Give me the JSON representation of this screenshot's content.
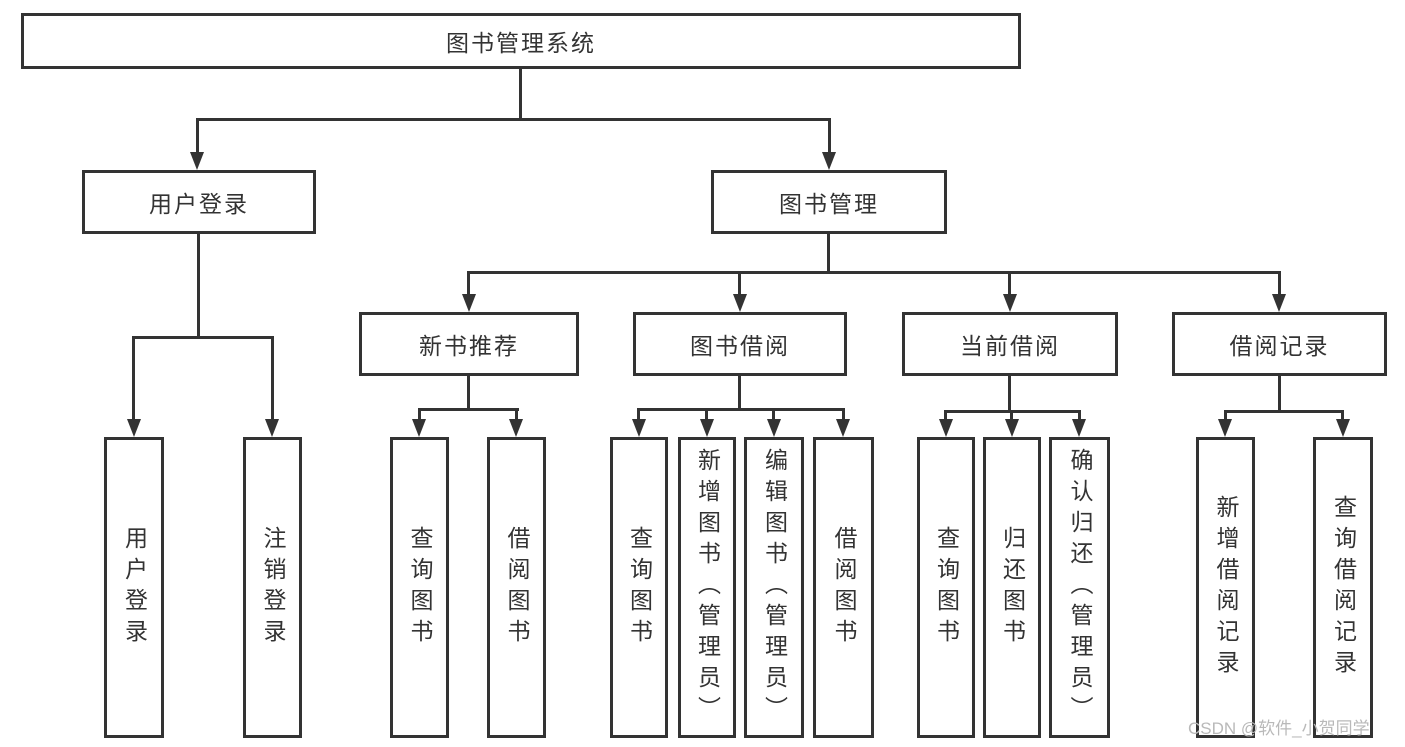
{
  "tree": {
    "root": "图书管理系统",
    "user_login": {
      "label": "用户登录",
      "children": [
        "用户登录",
        "注销登录"
      ]
    },
    "book_management": {
      "label": "图书管理",
      "sections": [
        {
          "label": "新书推荐",
          "children": [
            "查询图书",
            "借阅图书"
          ]
        },
        {
          "label": "图书借阅",
          "children": [
            "查询图书",
            "新增图书（管理员）",
            "编辑图书（管理员）",
            "借阅图书"
          ]
        },
        {
          "label": "当前借阅",
          "children": [
            "查询图书",
            "归还图书",
            "确认归还（管理员）"
          ]
        },
        {
          "label": "借阅记录",
          "children": [
            "新增借阅记录",
            "查询借阅记录"
          ]
        }
      ]
    }
  },
  "watermark": "CSDN @软件_小贺同学",
  "colors": {
    "line": "#333333",
    "text": "#333333",
    "watermark": "#b9b9b9",
    "background": "#ffffff"
  }
}
